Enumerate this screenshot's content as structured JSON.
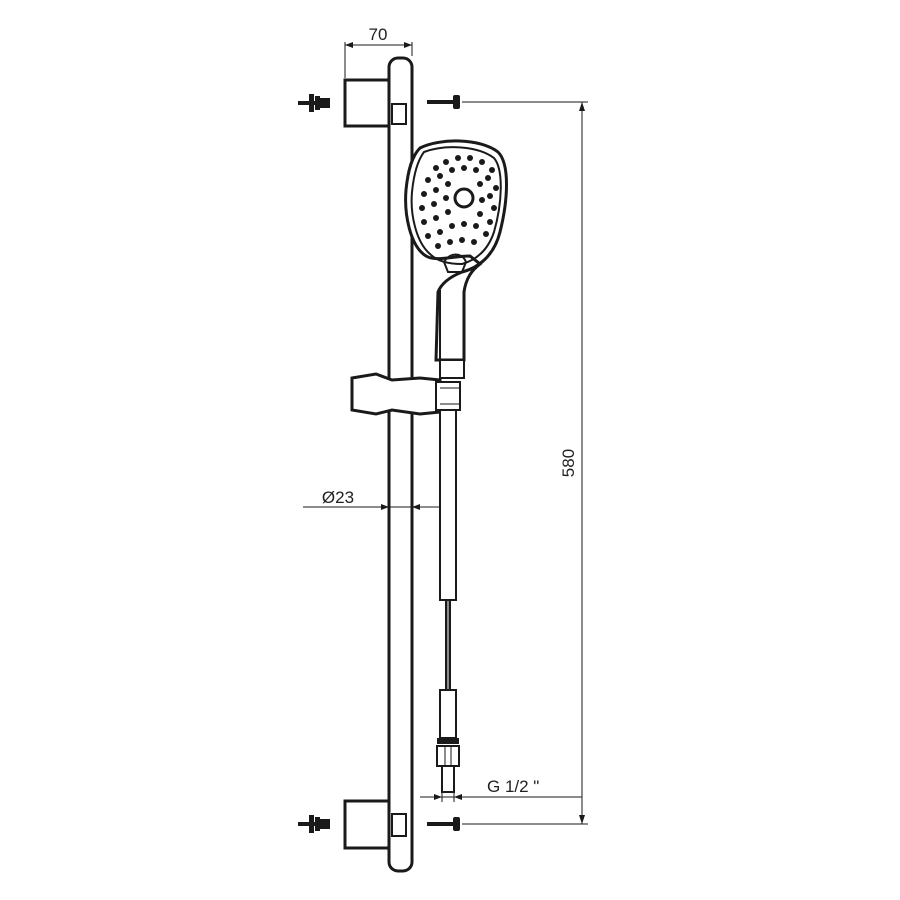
{
  "dimensions": {
    "bracket_width": "70",
    "rail_length": "580",
    "rail_diameter": "Ø23",
    "hose_connection": "G 1/2 \""
  },
  "colors": {
    "line": "#1a1a1a",
    "background": "#ffffff"
  }
}
